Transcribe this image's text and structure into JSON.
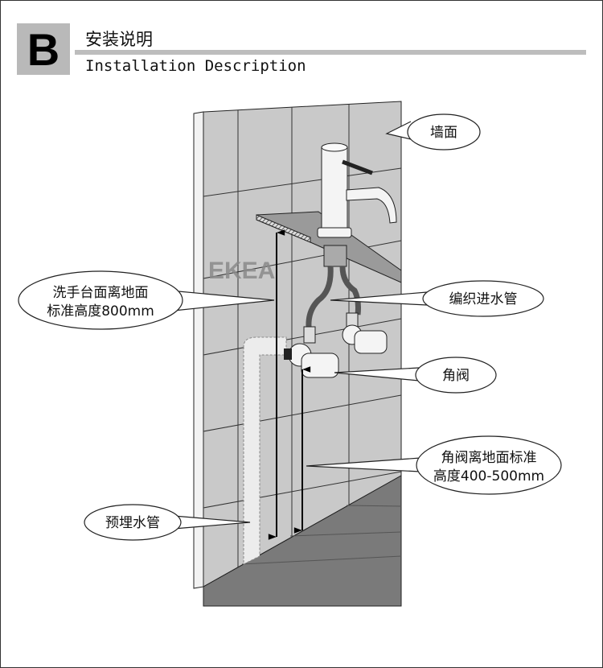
{
  "header": {
    "section_letter": "B",
    "title_cn": "安装说明",
    "title_en": "Installation Description"
  },
  "watermark": "EKEA",
  "callouts": {
    "wall": "墙面",
    "counter_height_line1": "洗手台面离地面",
    "counter_height_line2": "标准高度800mm",
    "braided_hose": "编织进水管",
    "angle_valve": "角阀",
    "valve_height_line1": "角阀离地面标准",
    "valve_height_line2": "高度400-500mm",
    "embedded_pipe": "预埋水管"
  }
}
